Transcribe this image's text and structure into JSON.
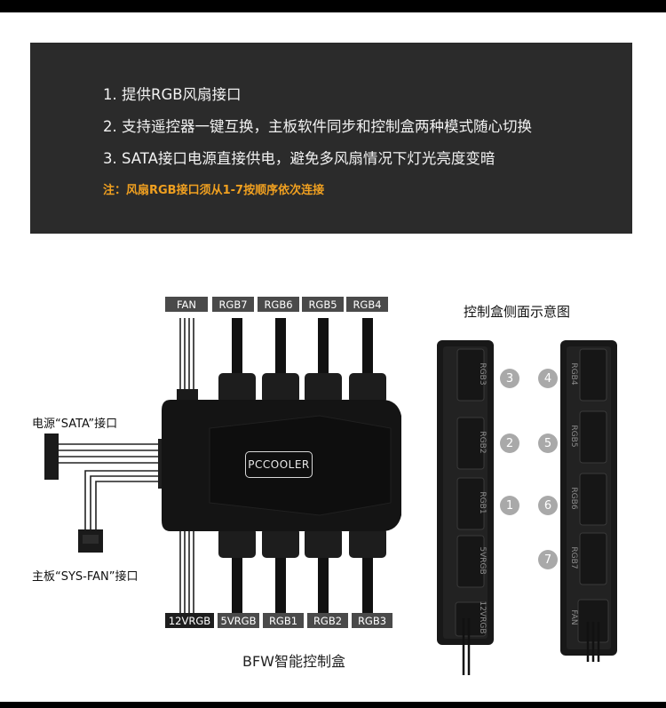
{
  "features": [
    "1. 提供RGB风扇接口",
    "2. 支持遥控器一键互换，主板软件同步和控制盒两种模式随心切换",
    "3. SATA接口电源直接供电，避免多风扇情况下灯光亮度变暗"
  ],
  "note": "注：风扇RGB接口须从1-7按顺序依次连接",
  "top_labels": [
    "FAN",
    "RGB7",
    "RGB6",
    "RGB5",
    "RGB4"
  ],
  "bottom_labels": [
    "12VRGB",
    "5VRGB",
    "RGB1",
    "RGB2",
    "RGB3"
  ],
  "sata_caption": "电源“SATA”接口",
  "sysfan_caption": "主板“SYS-FAN”接口",
  "brand_logo": "PCCOOLER",
  "product_caption": "BFW智能控制盒",
  "side_view_title": "控制盒侧面示意图",
  "side_left_ports": [
    "RGB3",
    "RGB2",
    "RGB1",
    "5VRGB",
    "12VRGB"
  ],
  "side_right_ports": [
    "RGB4",
    "RGB5",
    "RGB6",
    "RGB7",
    "FAN"
  ],
  "side_left_numbers": [
    "3",
    "2",
    "1"
  ],
  "side_right_numbers": [
    "4",
    "5",
    "6",
    "7"
  ],
  "colors": {
    "panel": "#2b2b2b",
    "note_orange": "#f0a020",
    "device_black": "#141414",
    "label_gray": "#4a4a4a",
    "number_gray": "#a9a9a9"
  }
}
